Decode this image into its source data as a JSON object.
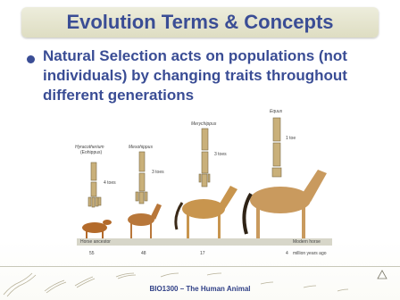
{
  "slide": {
    "title": "Evolution Terms & Concepts",
    "bullet": "Natural Selection acts on populations (not individuals) by changing traits throughout different generations",
    "footer": "BIO1300 – The Human Animal"
  },
  "figure": {
    "species": [
      {
        "name": "Hyracotherium",
        "alt": "(Eohippus)",
        "toes": "4 toes"
      },
      {
        "name": "Mesohippus",
        "toes": "3 toes"
      },
      {
        "name": "Merychippus",
        "toes": "3 toes"
      },
      {
        "name": "Equus",
        "toes": "1 toe"
      }
    ],
    "timeline": {
      "left_label": "Horse ancestor",
      "right_label": "Modern horse",
      "ticks": [
        "55",
        "48",
        "17",
        "4"
      ],
      "unit": "million years ago"
    }
  },
  "colors": {
    "title": "#3a4d95",
    "title_bar": "#e6e5cf",
    "footer_text": "#2f3f86"
  }
}
